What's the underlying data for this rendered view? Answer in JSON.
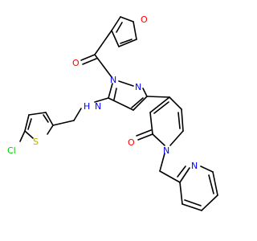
{
  "colors": {
    "bond": "#000000",
    "O": "#ff0000",
    "N": "#0000ff",
    "S": "#b2b200",
    "Cl": "#00cc00",
    "H": "#0000ff",
    "background": "#ffffff"
  },
  "atoms": {
    "o_furan": "O",
    "o_carbonyl": "O",
    "n_pyrazole_1": "N",
    "n_pyrazole_2": "N",
    "n_amine": "N",
    "h_amine": "H",
    "s_thiophene": "S",
    "cl": "Cl",
    "o_pyridone": "O",
    "n_pyridone": "N",
    "n_pyridine": "N"
  }
}
